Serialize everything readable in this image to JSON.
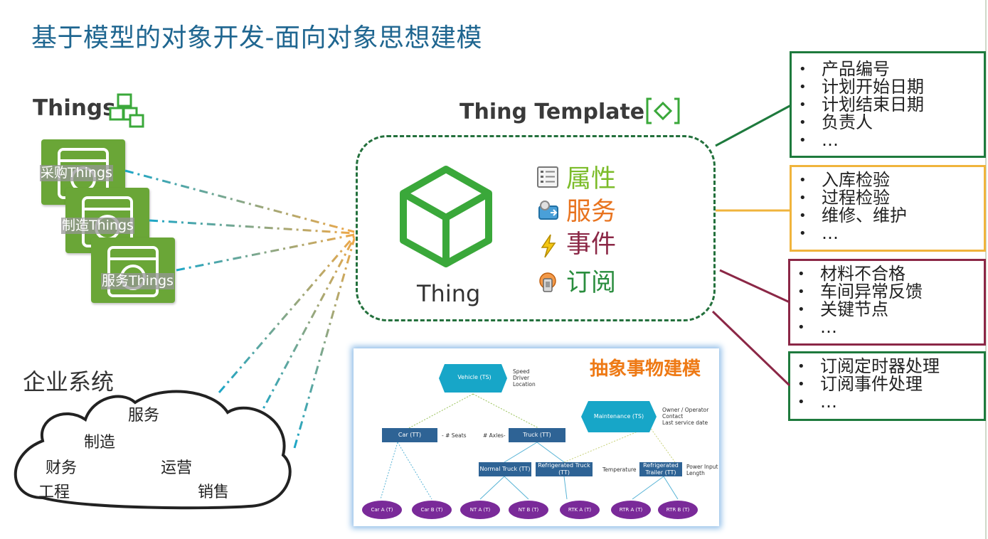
{
  "title": "基于模型的对象开发-面向对象思想建模",
  "things_label": "Things",
  "thing_tiles": [
    "采购Things",
    "制造Things",
    "服务Things"
  ],
  "template_label": "Thing Template",
  "thing_label": "Thing",
  "aspects": [
    {
      "label": "属性",
      "color": "#7cbc2a",
      "icon": "properties-icon"
    },
    {
      "label": "服务",
      "color": "#e8731e",
      "icon": "services-icon"
    },
    {
      "label": "事件",
      "color": "#8b2746",
      "icon": "events-icon"
    },
    {
      "label": "订阅",
      "color": "#2a8d3e",
      "icon": "subscriptions-icon"
    }
  ],
  "boxes": [
    {
      "items": [
        "产品编号",
        "计划开始日期",
        "计划结束日期",
        "负责人",
        "…"
      ],
      "color": "#1e7a3d"
    },
    {
      "items": [
        "入库检验",
        "过程检验",
        "维修、维护",
        "…"
      ],
      "color": "#f0b43c"
    },
    {
      "items": [
        "材料不合格",
        "车间异常反馈",
        "关键节点",
        "…"
      ],
      "color": "#8b2746"
    },
    {
      "items": [
        "订阅定时器处理",
        "订阅事件处理",
        "…"
      ],
      "color": "#1e7a3d"
    }
  ],
  "enterprise_label": "企业系统",
  "cloud_words": [
    "服务",
    "制造",
    "财务",
    "运营",
    "工程",
    "销售"
  ],
  "diagram": {
    "title": "抽象事物建模",
    "vehicle": "Vehicle (TS)",
    "vehicle_props": [
      "Speed",
      "Driver",
      "Location"
    ],
    "maintenance": "Maintenance (TS)",
    "maintenance_props": [
      "Owner / Operator",
      "Contact",
      "Last service date"
    ],
    "car": "Car (TT)",
    "car_prop": "- # Seats",
    "axles": "# Axles-",
    "truck": "Truck  (TT)",
    "normal_truck": "Normal Truck (TT)",
    "refrigerated_truck": "Refrigerated Truck (TT)",
    "temperature": "Temperature",
    "refrigerated_trailer": "Refrigerated Trailer (TT)",
    "trailer_props": [
      "Power Input",
      "Length"
    ],
    "leaves": [
      "Car A (T)",
      "Car B (T)",
      "NT A (T)",
      "NT B (T)",
      "RTK A (T)",
      "RTR A (T)",
      "RTR B (T)"
    ]
  }
}
